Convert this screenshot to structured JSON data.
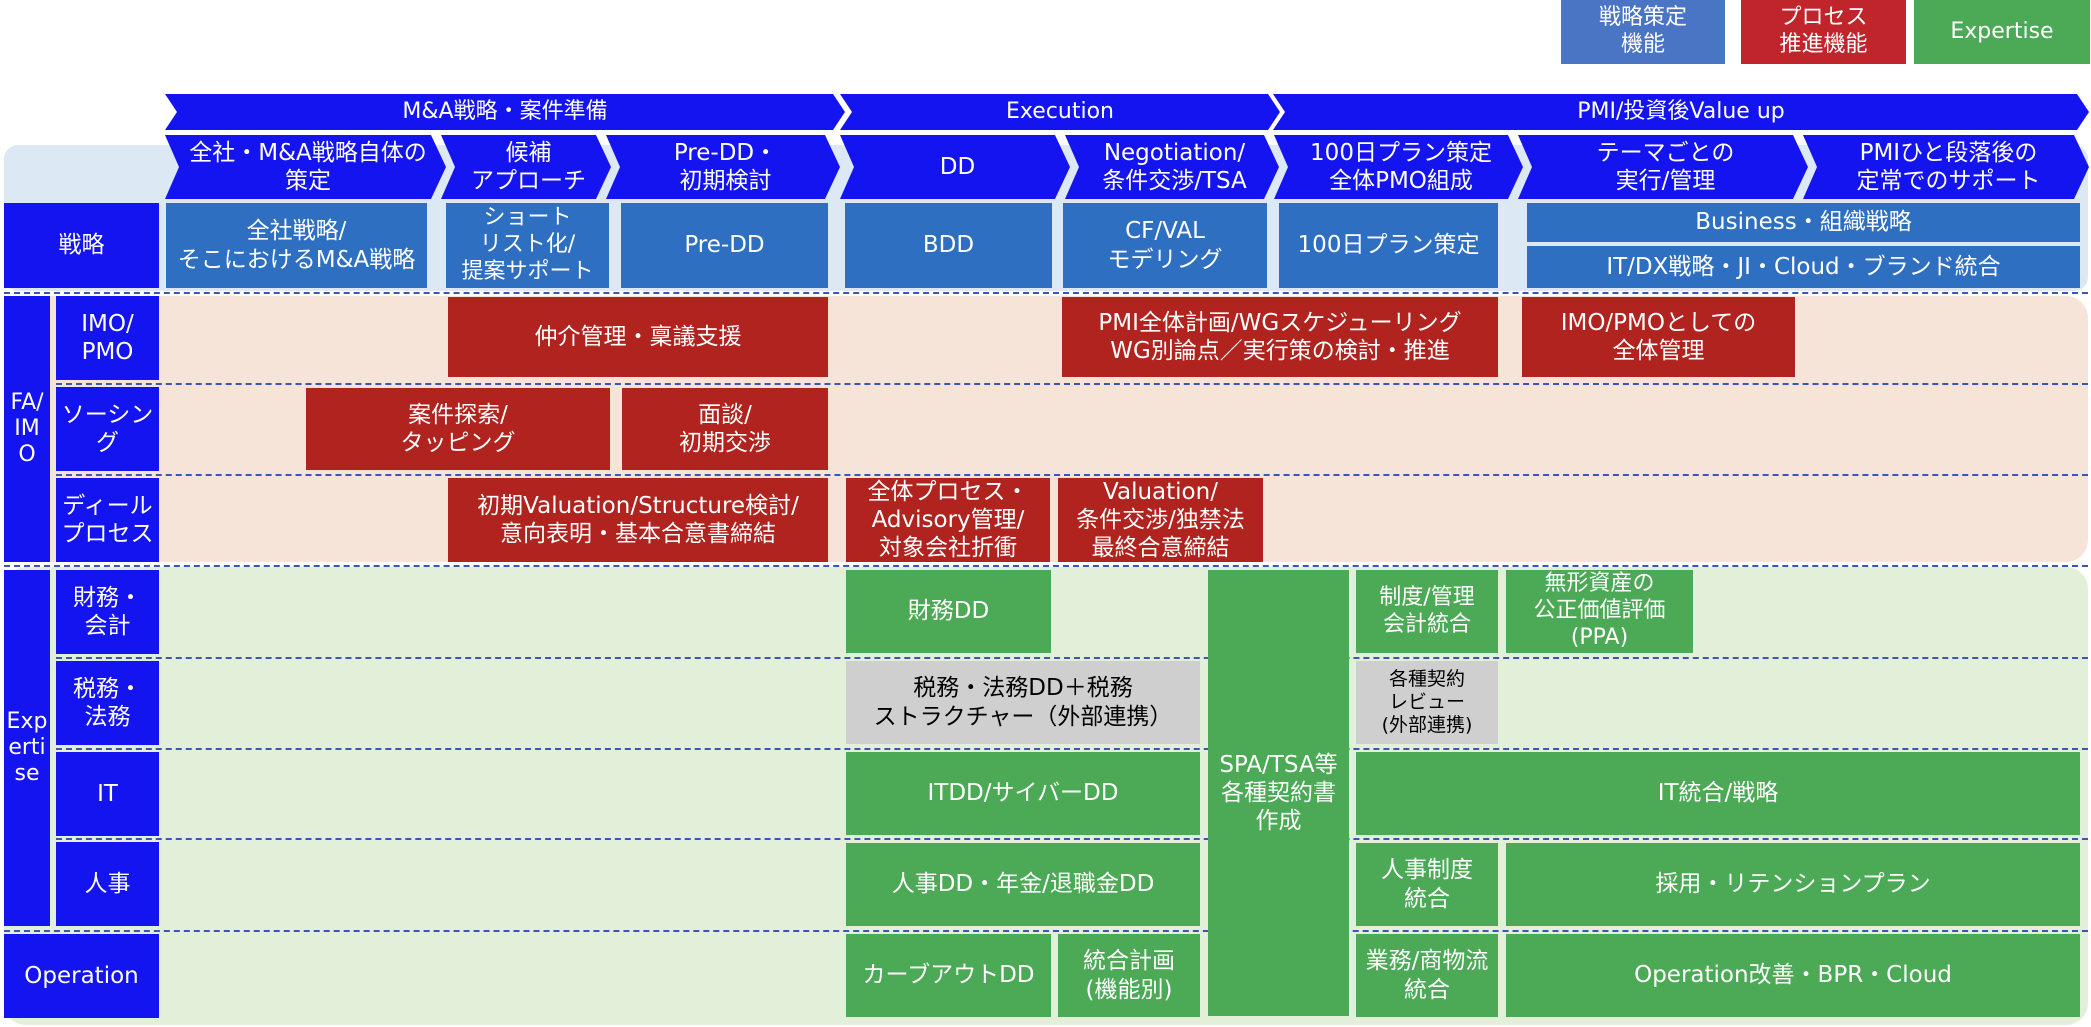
{
  "legend": {
    "strategy": "戦略策定\n機能",
    "process": "プロセス\n推進機能",
    "expertise": "Expertise"
  },
  "phases": {
    "ma": "M&A戦略・案件準備",
    "execution": "Execution",
    "pmi": "PMI/投資後Value up"
  },
  "steps": {
    "s1": "全社・M&A戦略自体の\n策定",
    "s2": "候補\nアプローチ",
    "s3": "Pre-DD・\n初期検討",
    "s4": "DD",
    "s5": "Negotiation/\n条件交渉/TSA",
    "s6": "100日プラン策定\n全体PMO組成",
    "s7": "テーマごとの\n実行/管理",
    "s8": "PMIひと段落後の\n定常でのサポート"
  },
  "rows": {
    "strategy": "戦略",
    "fa_imo": "FA/\nIM\nO",
    "imo_pmo": "IMO/\nPMO",
    "sourcing": "ソーシン\nグ",
    "deal_process": "ディール\nプロセス",
    "expertise": "Exp\nerti\nse",
    "finance": "財務・\n会計",
    "tax_legal": "税務・\n法務",
    "it": "IT",
    "hr": "人事",
    "operation": "Operation"
  },
  "cells": {
    "st1": "全社戦略/\nそこにおけるM&A戦略",
    "st2": "ショート\nリスト化/\n提案サポート",
    "st3": "Pre-DD",
    "st4": "BDD",
    "st5": "CF/VAL\nモデリング",
    "st6": "100日プラン策定",
    "st7": "Business・組織戦略",
    "st8": "IT/DX戦略・JI・Cloud・ブランド統合",
    "imo1": "仲介管理・稟議支援",
    "imo2": "PMI全体計画/WGスケジューリング\nWG別論点／実行策の検討・推進",
    "imo3": "IMO/PMOとしての\n全体管理",
    "src1": "案件探索/\nタッピング",
    "src2": "面談/\n初期交渉",
    "deal1": "初期Valuation/Structure検討/\n意向表明・基本合意書締結",
    "deal2": "全体プロセス・\nAdvisory管理/\n対象会社折衝",
    "deal3": "Valuation/\n条件交渉/独禁法\n最終合意締結",
    "fin1": "財務DD",
    "fin2": "制度/管理\n会計統合",
    "fin3": "無形資産の\n公正価値評価\n(PPA)",
    "spa": "SPA/TSA等\n各種契約書\n作成",
    "tax1": "税務・法務DD＋税務\nストラクチャー（外部連携）",
    "tax2": "各種契約\nレビュー\n(外部連携)",
    "it1": "ITDD/サイバーDD",
    "it2": "IT統合/戦略",
    "hr1": "人事DD・年金/退職金DD",
    "hr2": "人事制度\n統合",
    "hr3": "採用・リテンションプラン",
    "op1": "カーブアウトDD",
    "op2": "統合計画\n(機能別)",
    "op3": "業務/商物流\n統合",
    "op4": "Operation改善・BPR・Cloud"
  },
  "colors": {
    "strategy_blue": "#2e6fc2",
    "legend_blue": "#4a74c4",
    "process_red": "#b0231e",
    "expertise_green": "#4caa57",
    "header_blue": "#1414f0",
    "tax_gray": "#cfcfcf",
    "band_light_blue": "#dde8f5",
    "band_peach": "#f6e4d8",
    "band_light_green": "#e2efd9"
  }
}
